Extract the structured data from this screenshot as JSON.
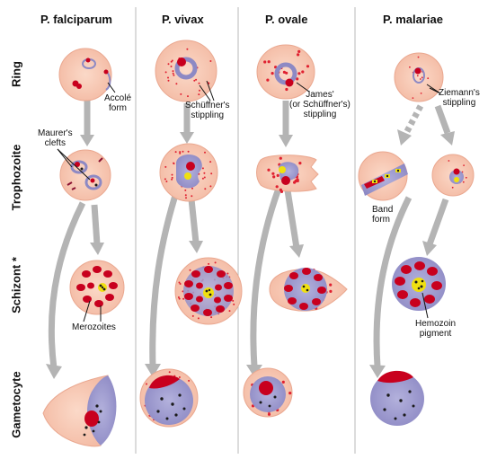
{
  "columns": {
    "falciparum": "P. falciparum",
    "vivax": "P. vivax",
    "ovale": "P. ovale",
    "malariae": "P. malariae"
  },
  "rows": {
    "ring": "Ring",
    "trophozoite": "Trophozoite",
    "schizont": "Schizont *",
    "gametocyte": "Gametocyte"
  },
  "annotations": {
    "accole_form": [
      "Accolé",
      "form"
    ],
    "schuffners": [
      "Schüffner's",
      "stippling"
    ],
    "james": [
      "James'",
      "(or Schüffner's)",
      "stippling"
    ],
    "ziemann": [
      "Ziemann's",
      "stippling"
    ],
    "maurers": [
      "Maurer's",
      "clefts"
    ],
    "band_form": [
      "Band",
      "form"
    ],
    "merozoites": "Merozoites",
    "hemozoin": [
      "Hemozoin",
      "pigment"
    ]
  },
  "colors": {
    "rbc": "#f8c8b2",
    "rbc_stroke": "#eaa890",
    "cytoplasm": "#9a97cc",
    "chromatin": "#c8001e",
    "stipple": "#e02030",
    "pigment": "#1a1a1a",
    "hemozoin": "#f0e010",
    "arrow": "#b0b0b0",
    "divider": "#b8b8b8"
  }
}
